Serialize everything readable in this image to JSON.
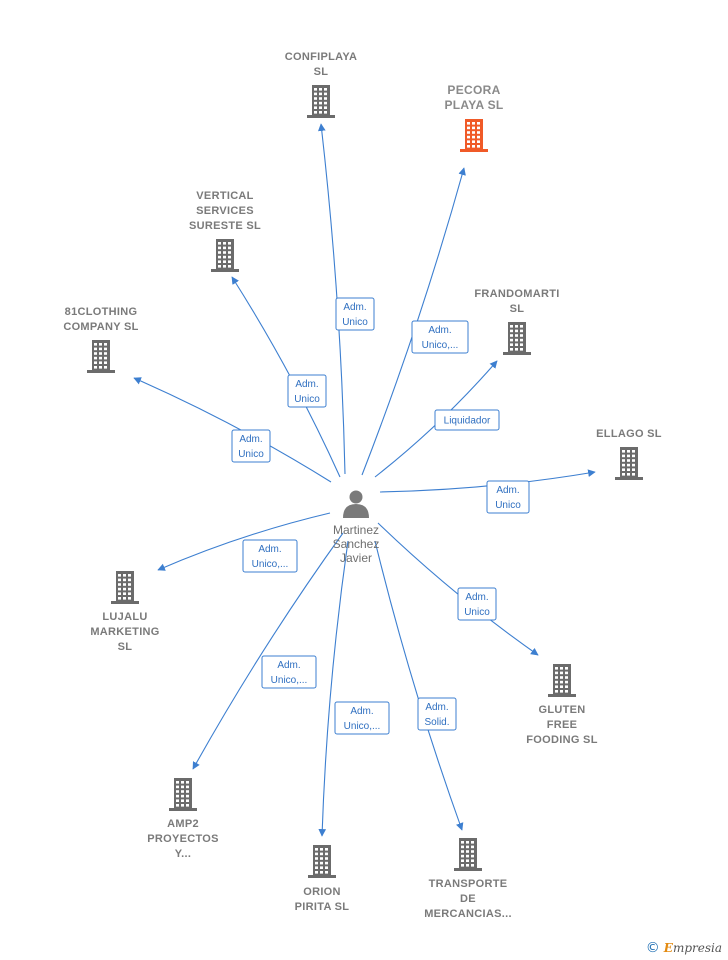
{
  "center": {
    "label_lines": [
      "Martinez",
      "Sanchez",
      "Javier"
    ],
    "icon": "person-icon"
  },
  "companies": [
    {
      "id": "confiplaya",
      "label_lines": [
        "CONFIPLAYA",
        "SL"
      ],
      "icon": "building-icon",
      "color": "#6b6b6b"
    },
    {
      "id": "pecora-playa",
      "label_lines": [
        "PECORA",
        "PLAYA  SL"
      ],
      "icon": "building-icon",
      "color": "#f05a28"
    },
    {
      "id": "vertical-services",
      "label_lines": [
        "VERTICAL",
        "SERVICES",
        "SURESTE  SL"
      ],
      "icon": "building-icon",
      "color": "#6b6b6b"
    },
    {
      "id": "frandomarti",
      "label_lines": [
        "FRANDOMARTI",
        "SL"
      ],
      "icon": "building-icon",
      "color": "#6b6b6b"
    },
    {
      "id": "81clothing",
      "label_lines": [
        "81CLOTHING",
        "COMPANY SL"
      ],
      "icon": "building-icon",
      "color": "#6b6b6b"
    },
    {
      "id": "ellago",
      "label_lines": [
        "ELLAGO  SL"
      ],
      "icon": "building-icon",
      "color": "#6b6b6b"
    },
    {
      "id": "lujalu",
      "label_lines": [
        "LUJALU",
        "MARKETING",
        "SL"
      ],
      "icon": "building-icon",
      "color": "#6b6b6b"
    },
    {
      "id": "gluten-free",
      "label_lines": [
        "GLUTEN",
        "FREE",
        "FOODING  SL"
      ],
      "icon": "building-icon",
      "color": "#6b6b6b"
    },
    {
      "id": "amp2",
      "label_lines": [
        "AMP2",
        "PROYECTOS",
        "Y..."
      ],
      "icon": "building-icon",
      "color": "#6b6b6b"
    },
    {
      "id": "orion-pirita",
      "label_lines": [
        "ORION",
        "PIRITA  SL"
      ],
      "icon": "building-icon",
      "color": "#6b6b6b"
    },
    {
      "id": "transporte",
      "label_lines": [
        "TRANSPORTE",
        "DE",
        "MERCANCIAS..."
      ],
      "icon": "building-icon",
      "color": "#6b6b6b"
    }
  ],
  "edges": [
    {
      "to": "confiplaya",
      "label_lines": [
        "Adm.",
        "Unico"
      ]
    },
    {
      "to": "pecora-playa",
      "label_lines": [
        "Adm.",
        "Unico,..."
      ]
    },
    {
      "to": "vertical-services",
      "label_lines": [
        "Adm.",
        "Unico"
      ]
    },
    {
      "to": "frandomarti",
      "label_lines": [
        "Liquidador"
      ]
    },
    {
      "to": "81clothing",
      "label_lines": [
        "Adm.",
        "Unico"
      ]
    },
    {
      "to": "ellago",
      "label_lines": [
        "Adm.",
        "Unico"
      ]
    },
    {
      "to": "lujalu",
      "label_lines": [
        "Adm.",
        "Unico,..."
      ]
    },
    {
      "to": "gluten-free",
      "label_lines": [
        "Adm.",
        "Unico"
      ]
    },
    {
      "to": "amp2",
      "label_lines": [
        "Adm.",
        "Unico,..."
      ]
    },
    {
      "to": "orion-pirita",
      "label_lines": [
        "Adm.",
        "Unico,..."
      ]
    },
    {
      "to": "transporte",
      "label_lines": [
        "Adm.",
        "Solid."
      ]
    }
  ],
  "colors": {
    "edge": "#3d7fd0",
    "building": "#6b6b6b",
    "highlight": "#f05a28",
    "person": "#7a7a7a"
  },
  "footer": {
    "copyright": "©",
    "brand_initial": "E",
    "brand_rest": "mpresia"
  }
}
